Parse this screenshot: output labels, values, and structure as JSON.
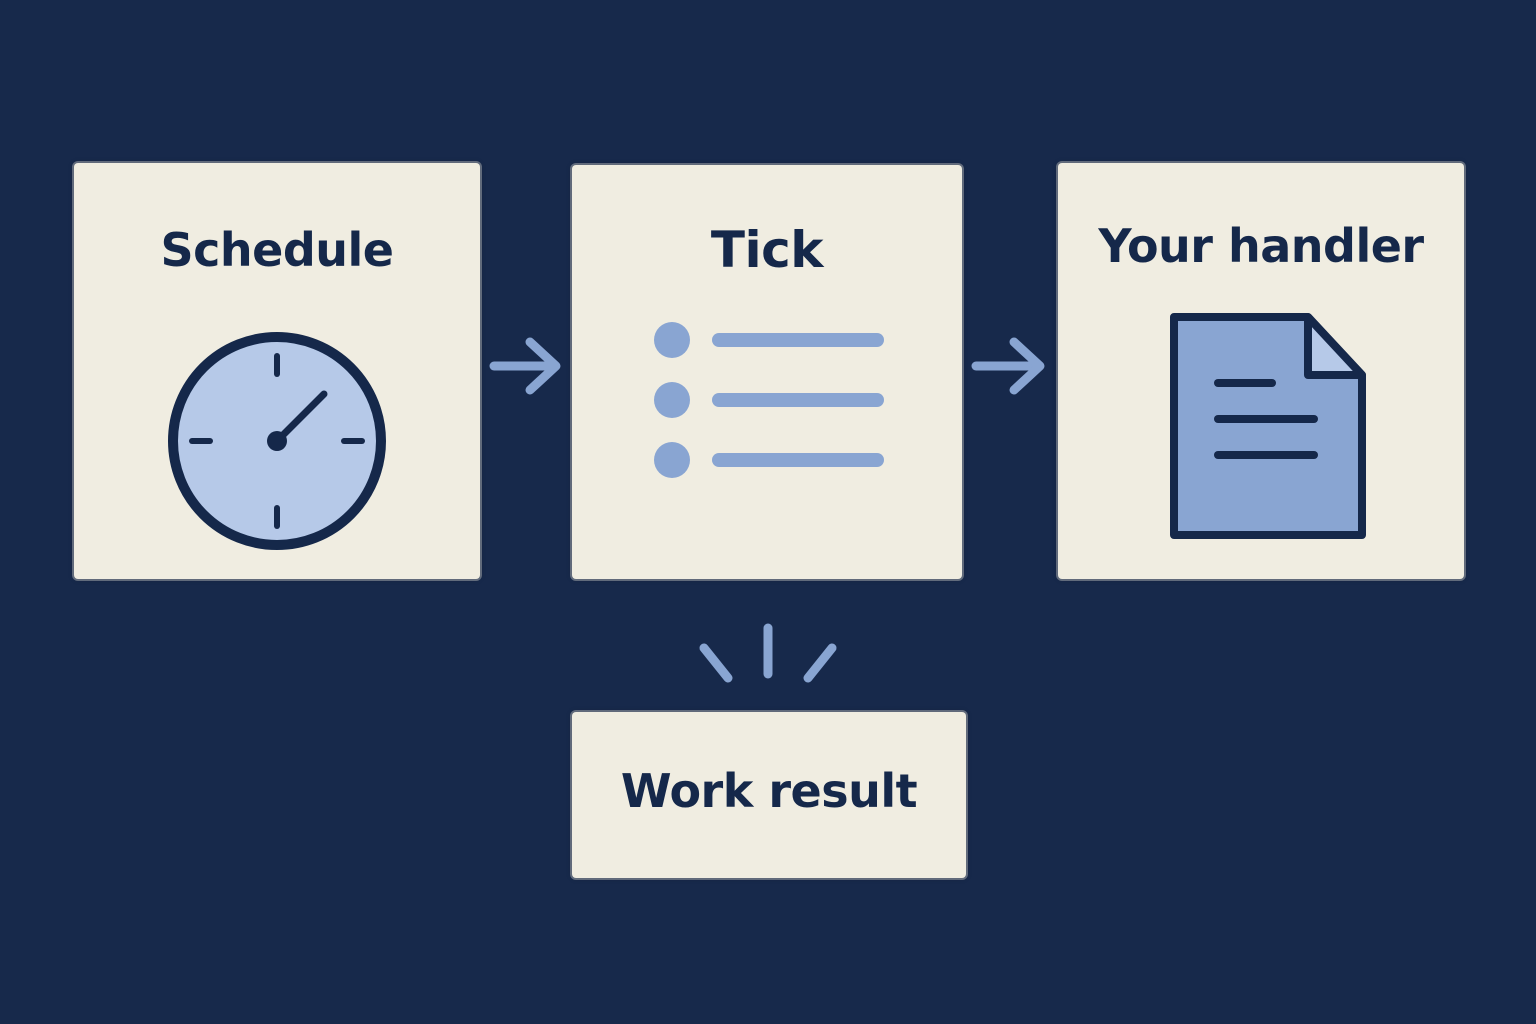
{
  "colors": {
    "background": "#17294b",
    "card": "#f0ede1",
    "ink": "#15284a",
    "accent": "#89a5d2",
    "accent_light": "#b6c9e8"
  },
  "nodes": {
    "schedule": {
      "label": "Schedule",
      "icon": "clock-icon"
    },
    "tick": {
      "label": "Tick",
      "icon": "list-icon"
    },
    "handler": {
      "label": "Your handler",
      "icon": "document-icon"
    },
    "result": {
      "label": "Work result",
      "icon": "burst-icon"
    }
  },
  "edges": [
    {
      "from": "Schedule",
      "to": "Tick"
    },
    {
      "from": "Tick",
      "to": "Your handler"
    },
    {
      "from": "Tick",
      "to": "Work result"
    }
  ]
}
